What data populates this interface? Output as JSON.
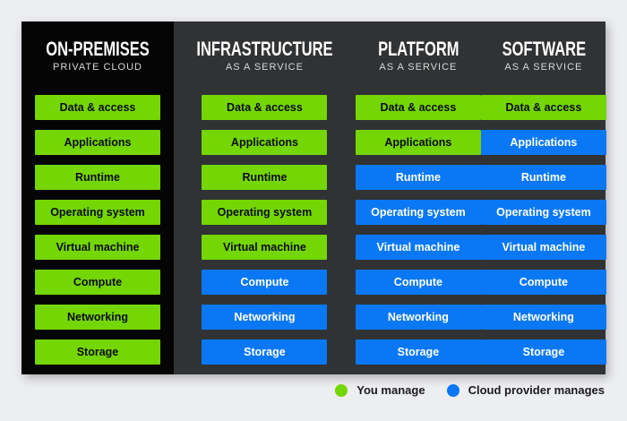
{
  "colors": {
    "background": "#EDEEF1",
    "panel": "#303234",
    "onprem_column": "#050505",
    "you_manage_green": "#74D602",
    "provider_blue": "#0A78F5",
    "green_box_text": "#0B0B0B",
    "blue_box_text": "#FFFFFF"
  },
  "rows": [
    "Data & access",
    "Applications",
    "Runtime",
    "Operating system",
    "Virtual machine",
    "Compute",
    "Networking",
    "Storage"
  ],
  "columns": [
    {
      "title": "ON-PREMISES",
      "subtitle": "PRIVATE CLOUD",
      "cells": [
        "you",
        "you",
        "you",
        "you",
        "you",
        "you",
        "you",
        "you"
      ]
    },
    {
      "title": "INFRASTRUCTURE",
      "subtitle": "AS A SERVICE",
      "cells": [
        "you",
        "you",
        "you",
        "you",
        "you",
        "provider",
        "provider",
        "provider"
      ]
    },
    {
      "title": "PLATFORM",
      "subtitle": "AS A SERVICE",
      "cells": [
        "you",
        "you",
        "provider",
        "provider",
        "provider",
        "provider",
        "provider",
        "provider"
      ]
    },
    {
      "title": "SOFTWARE",
      "subtitle": "AS A SERVICE",
      "cells": [
        "you",
        "provider",
        "provider",
        "provider",
        "provider",
        "provider",
        "provider",
        "provider"
      ]
    }
  ],
  "legend": {
    "items": [
      {
        "label": "You manage",
        "color_key": "you_manage_green"
      },
      {
        "label": "Cloud provider manages",
        "color_key": "provider_blue"
      }
    ]
  }
}
